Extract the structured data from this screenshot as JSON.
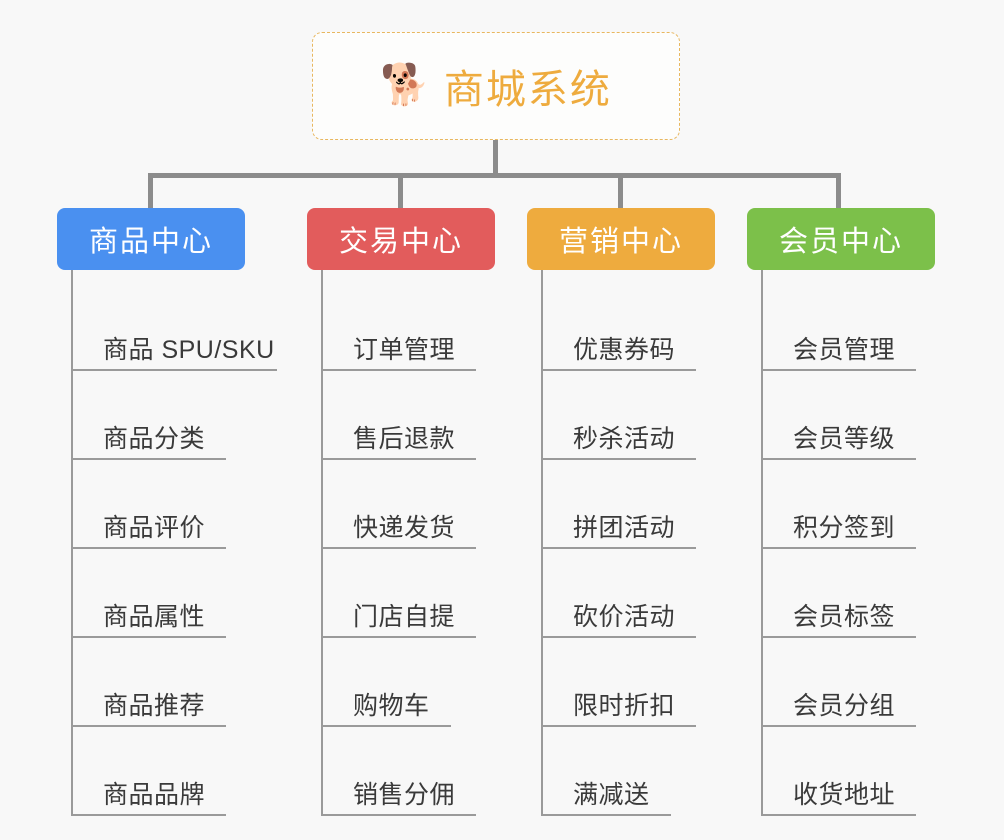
{
  "root": {
    "icon": "shiba-dog-emoji",
    "icon_glyph": "🐕",
    "title": "商城系统",
    "accent_color": "#eeab3e",
    "border_style": "dashed"
  },
  "colors": {
    "background": "#f8f8f8",
    "connector": "#8c8c8c",
    "rule": "#9a9a9a",
    "item_text": "#3a3a3a",
    "blue": "#4a90f0",
    "red": "#e25c5c",
    "orange": "#eeab3e",
    "green": "#7cc04a"
  },
  "categories": [
    {
      "label": "商品中心",
      "color": "#4a90f0",
      "items": [
        {
          "label": "商品 SPU/SKU"
        },
        {
          "label": "商品分类"
        },
        {
          "label": "商品评价"
        },
        {
          "label": "商品属性"
        },
        {
          "label": "商品推荐"
        },
        {
          "label": "商品品牌"
        }
      ]
    },
    {
      "label": "交易中心",
      "color": "#e25c5c",
      "items": [
        {
          "label": "订单管理"
        },
        {
          "label": "售后退款"
        },
        {
          "label": "快递发货"
        },
        {
          "label": "门店自提"
        },
        {
          "label": "购物车"
        },
        {
          "label": "销售分佣"
        }
      ]
    },
    {
      "label": "营销中心",
      "color": "#eeab3e",
      "items": [
        {
          "label": "优惠券码"
        },
        {
          "label": "秒杀活动"
        },
        {
          "label": "拼团活动"
        },
        {
          "label": "砍价活动"
        },
        {
          "label": "限时折扣"
        },
        {
          "label": "满减送"
        }
      ]
    },
    {
      "label": "会员中心",
      "color": "#7cc04a",
      "items": [
        {
          "label": "会员管理"
        },
        {
          "label": "会员等级"
        },
        {
          "label": "积分签到"
        },
        {
          "label": "会员标签"
        },
        {
          "label": "会员分组"
        },
        {
          "label": "收货地址"
        }
      ]
    }
  ]
}
